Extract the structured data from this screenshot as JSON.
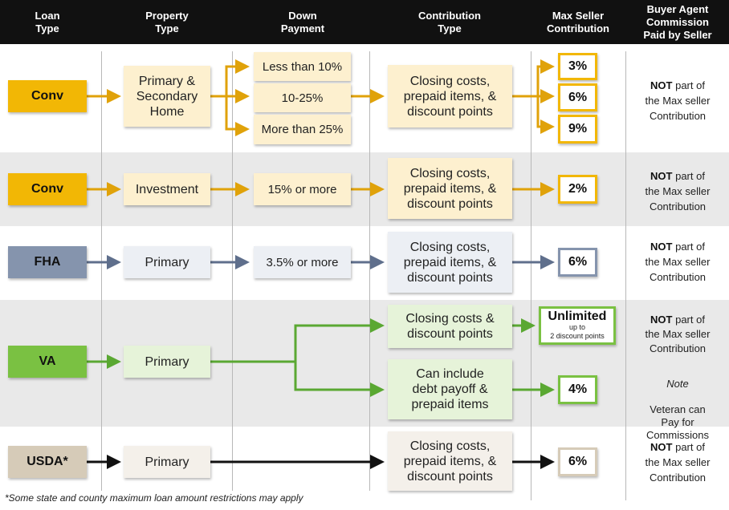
{
  "headers": {
    "loan_type": "Loan\nType",
    "property_type": "Property\nType",
    "down_payment": "Down\nPayment",
    "contribution_type": "Contribution\nType",
    "max_seller": "Max Seller\nContribution",
    "buyer_agent": "Buyer Agent\nCommission\nPaid by Seller"
  },
  "colors": {
    "header_bg": "#111111",
    "conv": "#f2b705",
    "conv_light": "#fdf0cf",
    "conv_line": "#e0a20a",
    "fha": "#8594ad",
    "fha_light": "#eceff4",
    "fha_line": "#5f6f8c",
    "va": "#7ac142",
    "va_light": "#e6f3d9",
    "va_line": "#5aa832",
    "usda": "#d6cbb8",
    "usda_light": "#f4f0ea",
    "usda_line": "#111111",
    "band_gray": "#e9e9e9"
  },
  "rows": {
    "conv1": {
      "loan": "Conv",
      "property": "Primary &\nSecondary\nHome",
      "down": [
        "Less than 10%",
        "10-25%",
        "More than 25%"
      ],
      "contribution": "Closing costs,\nprepaid items, &\ndiscount points",
      "max": [
        "3%",
        "6%",
        "9%"
      ],
      "note_bold": "NOT",
      "note_rest1": " part of",
      "note_rest2": "the Max seller",
      "note_rest3": "Contribution"
    },
    "conv2": {
      "loan": "Conv",
      "property": "Investment",
      "down": "15% or more",
      "contribution": "Closing costs,\nprepaid items, &\ndiscount points",
      "max": "2%",
      "note_bold": "NOT",
      "note_rest1": " part of",
      "note_rest2": "the Max seller",
      "note_rest3": "Contribution"
    },
    "fha": {
      "loan": "FHA",
      "property": "Primary",
      "down": "3.5% or more",
      "contribution": "Closing costs,\nprepaid items, &\ndiscount points",
      "max": "6%",
      "note_bold": "NOT",
      "note_rest1": " part of",
      "note_rest2": "the Max seller",
      "note_rest3": "Contribution"
    },
    "va": {
      "loan": "VA",
      "property": "Primary",
      "contribution": [
        "Closing costs &\ndiscount points",
        "Can include\ndebt payoff &\nprepaid items"
      ],
      "max_unlimited": "Unlimited",
      "max_unlimited_sub": "up to\n2 discount points",
      "max2": "4%",
      "note_bold": "NOT",
      "note_rest1": " part of",
      "note_rest2": "the Max seller",
      "note_rest3": "Contribution",
      "note_italic": "Note",
      "note_extra": "Veteran can\nPay for\nCommissions"
    },
    "usda": {
      "loan": "USDA*",
      "property": "Primary",
      "contribution": "Closing costs,\nprepaid items, &\ndiscount points",
      "max": "6%",
      "note_bold": "NOT",
      "note_rest1": " part of",
      "note_rest2": "the Max seller",
      "note_rest3": "Contribution"
    }
  },
  "footnote": "*Some state and county maximum loan amount restrictions may apply"
}
